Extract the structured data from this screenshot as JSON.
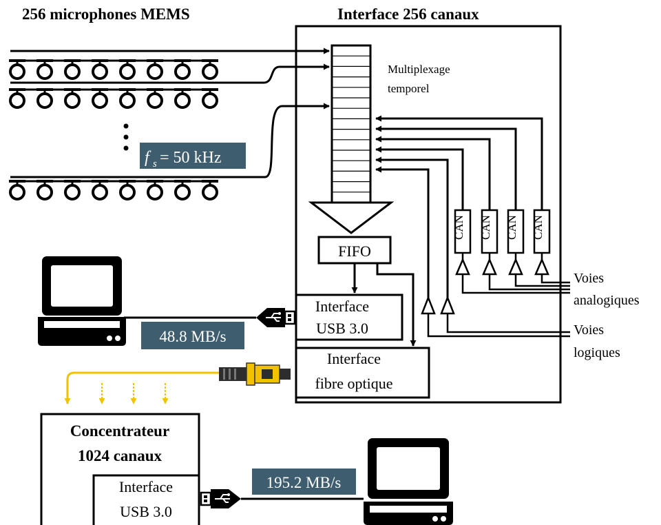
{
  "labels": {
    "mems_title": "256 microphones MEMS",
    "interface_title": "Interface 256 canaux",
    "multiplex_line1": "Multiplexage",
    "multiplex_line2": "temporel",
    "fs_prefix": "f",
    "fs_sub": "s",
    "fs_rest": " = 50 kHz",
    "can": "CAN",
    "fifo": "FIFO",
    "usb_line1": "Interface",
    "usb_line2": "USB 3.0",
    "fibre_line1": "Interface",
    "fibre_line2": "fibre optique",
    "voies_analog_line1": "Voies",
    "voies_analog_line2": "analogiques",
    "voies_logic_line1": "Voies",
    "voies_logic_line2": "logiques",
    "rate_top": "48.8 MB/s",
    "rate_bottom": "195.2 MB/s",
    "conc_line1": "Concentrateur",
    "conc_line2": "1024 canaux",
    "conc_usb_line1": "Interface",
    "conc_usb_line2": "USB 3.0"
  },
  "colors": {
    "rate_badge": "#3e5d6e",
    "fibre_yellow": "#f2c200",
    "fibre_dark": "#2d2d2d"
  },
  "icons": [
    "laptop-icon",
    "usb-plug-icon",
    "fibre-connector-icon",
    "mems-microphone-icon"
  ]
}
